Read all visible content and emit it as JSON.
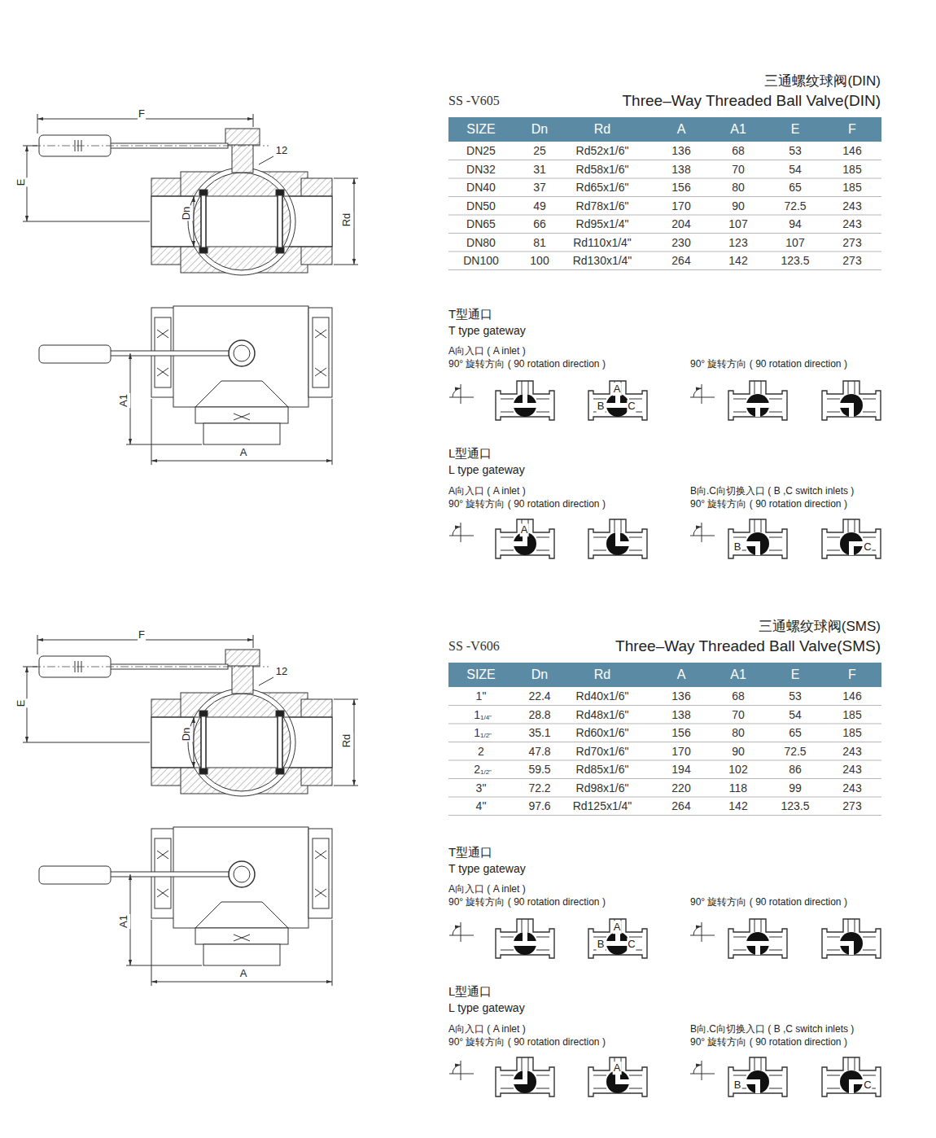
{
  "diagram": {
    "nodes": [
      {
        "text": [
          "SIZE",
          "Dn",
          "Rd",
          "A",
          "A1",
          "E",
          "F"
        ]
      },
      {
        "text": [
          "SIZE",
          "Dn",
          "Rd",
          "A",
          "A1",
          "E",
          "F"
        ]
      }
    ],
    "labels": [
      "三通螺纹球阀(DIN)",
      "SS -V605",
      "Three–Way Threaded Ball Valve(DIN)",
      "F",
      "12",
      "E",
      "Dn",
      "Rd",
      "A1",
      "A",
      "DN25",
      "25",
      "Rd52x1/6\"",
      "136",
      "68",
      "53",
      "146",
      "DN32",
      "31",
      "Rd58x1/6\"",
      "138",
      "70",
      "54",
      "185",
      "DN40",
      "37",
      "Rd65x1/6\"",
      "156",
      "80",
      "65",
      "185",
      "DN50",
      "49",
      "Rd78x1/6\"",
      "170",
      "90",
      "72.5",
      "243",
      "DN65",
      "66",
      "Rd95x1/4\"",
      "204",
      "107",
      "94",
      "243",
      "DN80",
      "81",
      "Rd110x1/4\"",
      "230",
      "123",
      "107",
      "273",
      "DN100",
      "100",
      "Rd130x1/4\"",
      "264",
      "142",
      "123.5",
      "273",
      "T型通口",
      "T type gateway",
      "A向入口 ( A inlet )",
      "90° 旋转方向 ( 90 rotation direction )",
      "90° 旋转方向 ( 90 rotation direction )",
      "A",
      "B",
      "C",
      "L型通口",
      "L type gateway",
      "A向入口 ( A inlet )",
      "90° 旋转方向 ( 90 rotation direction )",
      "B向.C向切换入口 ( B ,C switch inlets )",
      "90° 旋转方向 ( 90 rotation direction )",
      "A",
      "B",
      "C",
      "三通螺纹球阀(SMS)",
      "SS -V606",
      "Three–Way Threaded Ball Valve(SMS)",
      "F",
      "12",
      "E",
      "Dn",
      "Rd",
      "A1",
      "A",
      "1\"",
      "22.4",
      "Rd40x1/6\"",
      "136",
      "68",
      "53",
      "146",
      "1",
      "1/4\"",
      "28.8",
      "Rd48x1/6\"",
      "138",
      "70",
      "54",
      "185",
      "1",
      "1/2\"",
      "35.1",
      "Rd60x1/6\"",
      "156",
      "80",
      "65",
      "185",
      "2",
      "47.8",
      "Rd70x1/6\"",
      "170",
      "90",
      "72.5",
      "243",
      "2",
      "1/2\"",
      "59.5",
      "Rd85x1/6\"",
      "194",
      "102",
      "86",
      "243",
      "3\"",
      "72.2",
      "Rd98x1/6\"",
      "220",
      "118",
      "99",
      "243",
      "4\"",
      "97.6",
      "Rd125x1/4\"",
      "264",
      "142",
      "123.5",
      "273",
      "T型通口",
      "T type gateway",
      "A向入口 ( A inlet )",
      "90° 旋转方向 ( 90 rotation direction )",
      "90° 旋转方向 ( 90 rotation direction )",
      "A",
      "B",
      "C",
      "L型通口",
      "L type gateway",
      "A向入口 ( A inlet )",
      "90° 旋转方向 ( 90 rotation direction )",
      "B向.C向切换入口 ( B ,C switch inlets )",
      "90° 旋转方向 ( 90 rotation direction )",
      "A",
      "B",
      "C"
    ]
  }
}
